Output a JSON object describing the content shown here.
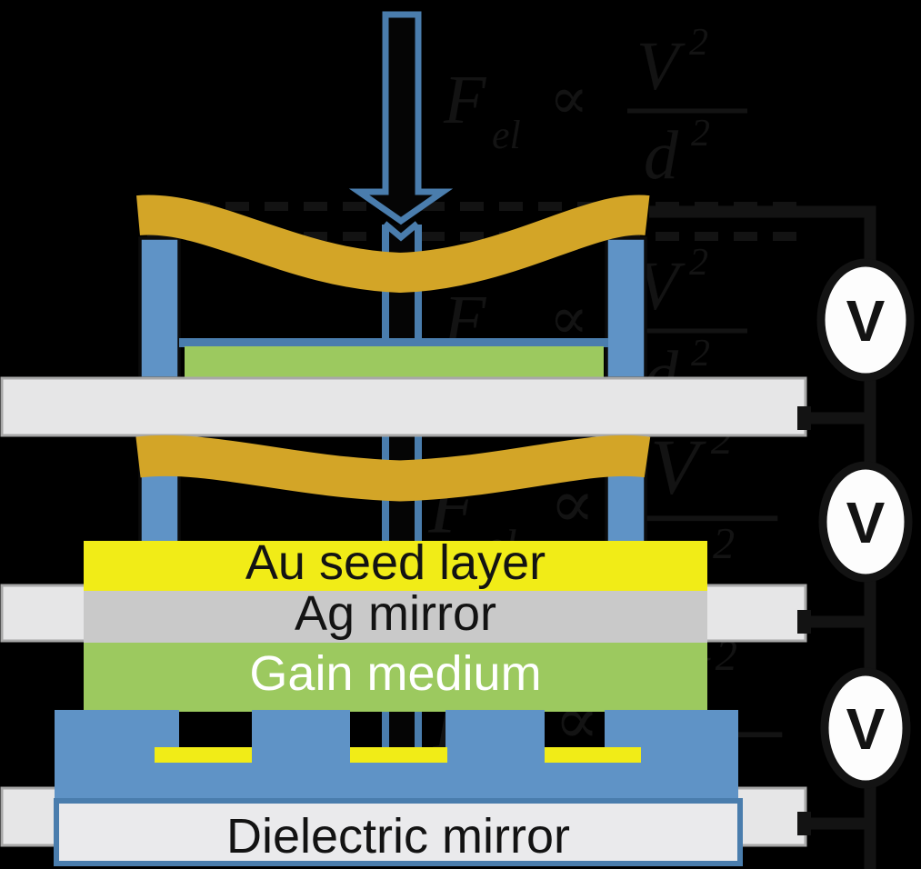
{
  "formula": {
    "force_symbol": "F",
    "force_subscript": "el",
    "proportional_symbol": "∝",
    "voltage_symbol": "V",
    "voltage_exponent": "2",
    "distance_symbol": "d",
    "distance_exponent": "2"
  },
  "layer_labels": {
    "au_seed_layer": "Au seed layer",
    "ag_mirror": "Ag mirror",
    "gain_medium": "Gain medium",
    "dielectric_mirror": "Dielectric mirror"
  },
  "voltmeter_label": "V",
  "colors": {
    "background": "#000000",
    "ink": "#131313",
    "membrane_gold": "#d3a527",
    "steel_blue": "#5f93c6",
    "arrow_outline_blue": "#4a7dad",
    "gain_green": "#9cc95f",
    "au_yellow": "#f1ec17",
    "electrode_gray_fill": "#e6e6e7",
    "electrode_gray_border": "#a8a8a8",
    "ag_gray": "#c9c9c9",
    "dielectric_fill": "#eaeaec",
    "voltmeter_fill": "#fdfdfd"
  }
}
